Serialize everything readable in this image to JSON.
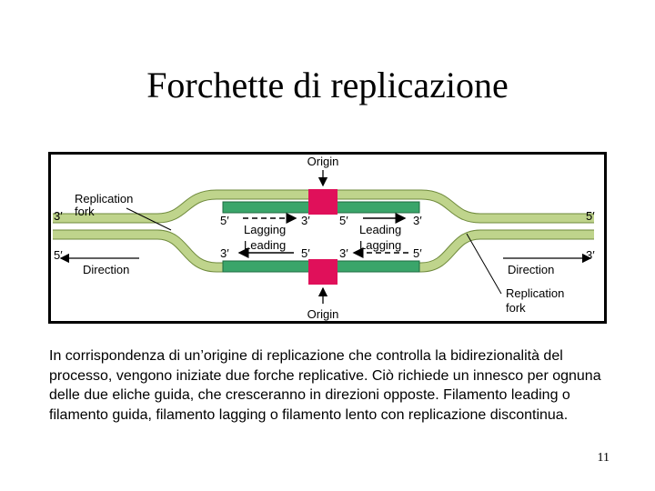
{
  "slide": {
    "title": "Forchette di replicazione",
    "caption": "In corrispondenza di un’origine di replicazione che controlla la bidirezionalità del processo, vengono iniziate due forche replicative. Ciò richiede un innesco per ognuna delle due eliche guida, che cresceranno in direzioni opposte. Filamento leading o filamento guida, filamento lagging o filamento lento con replicazione discontinua.",
    "page_number": "11"
  },
  "diagram": {
    "origin_top": "Origin",
    "origin_bottom": "Origin",
    "fork_left": [
      "Replication",
      "fork"
    ],
    "fork_right": [
      "Replication",
      "fork"
    ],
    "direction_left": "Direction",
    "direction_right": "Direction",
    "lagging_top": "Lagging",
    "leading_top": "Leading",
    "leading_bottom": "Leading",
    "lagging_bottom": "Lagging",
    "end_left_top": "3′",
    "end_left_bottom": "5′",
    "end_right_top": "5′",
    "end_right_bottom": "3′",
    "top_strand": {
      "left_5": "5′",
      "left_3": "3′",
      "right_5": "5′",
      "right_3": "3′"
    },
    "bottom_strand": {
      "left_3": "3′",
      "left_5": "5′",
      "right_3": "3′",
      "right_5": "5′"
    },
    "colors": {
      "parental_strand": "#bfd48c",
      "parental_edge": "#6f8a3c",
      "new_strand": "#3aa56a",
      "origin": "#e0105a",
      "arrow": "#000000"
    }
  }
}
